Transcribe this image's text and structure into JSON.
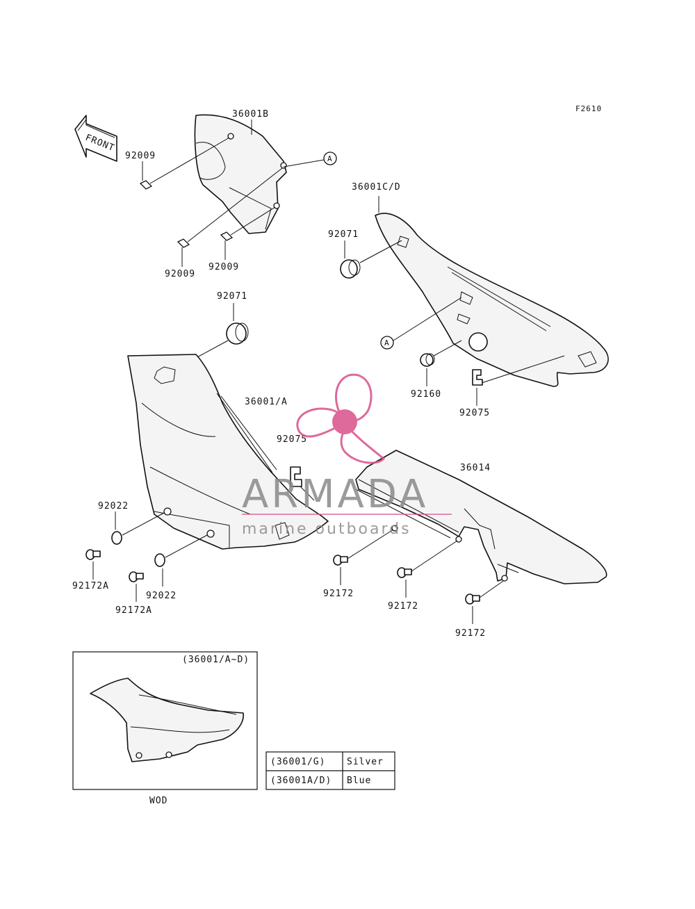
{
  "figure_code": "F2610",
  "front_arrow_label": "FRONT",
  "part_numbers": {
    "upper_cover": "36001B",
    "side_cover_right": "36001C/D",
    "side_cover_left": "36001/A",
    "chain_cover": "36014",
    "screw_top": "92009",
    "screw_left": "92009",
    "screw_right": "92009",
    "grommet_right": "92071",
    "grommet_left": "92071",
    "grommet_small": "92160",
    "clip_right": "92075",
    "clip_left": "92075",
    "washer_upper": "92022",
    "washer_lower": "92022",
    "bolt_a_upper": "92172A",
    "bolt_a_lower": "92172A",
    "bolt_center": "92172",
    "bolt_middle": "92172",
    "bolt_right": "92172"
  },
  "reference_marks": [
    "A",
    "A"
  ],
  "inset": {
    "title": "(36001/A~D)",
    "caption": "WOD"
  },
  "color_legend": [
    {
      "part": "(36001/G)",
      "color": "Silver"
    },
    {
      "part": "(36001A/D)",
      "color": "Blue"
    }
  ],
  "watermark": {
    "brand": "ARMADA",
    "tagline": "marine outboards",
    "accent_color": "#d9508a"
  }
}
